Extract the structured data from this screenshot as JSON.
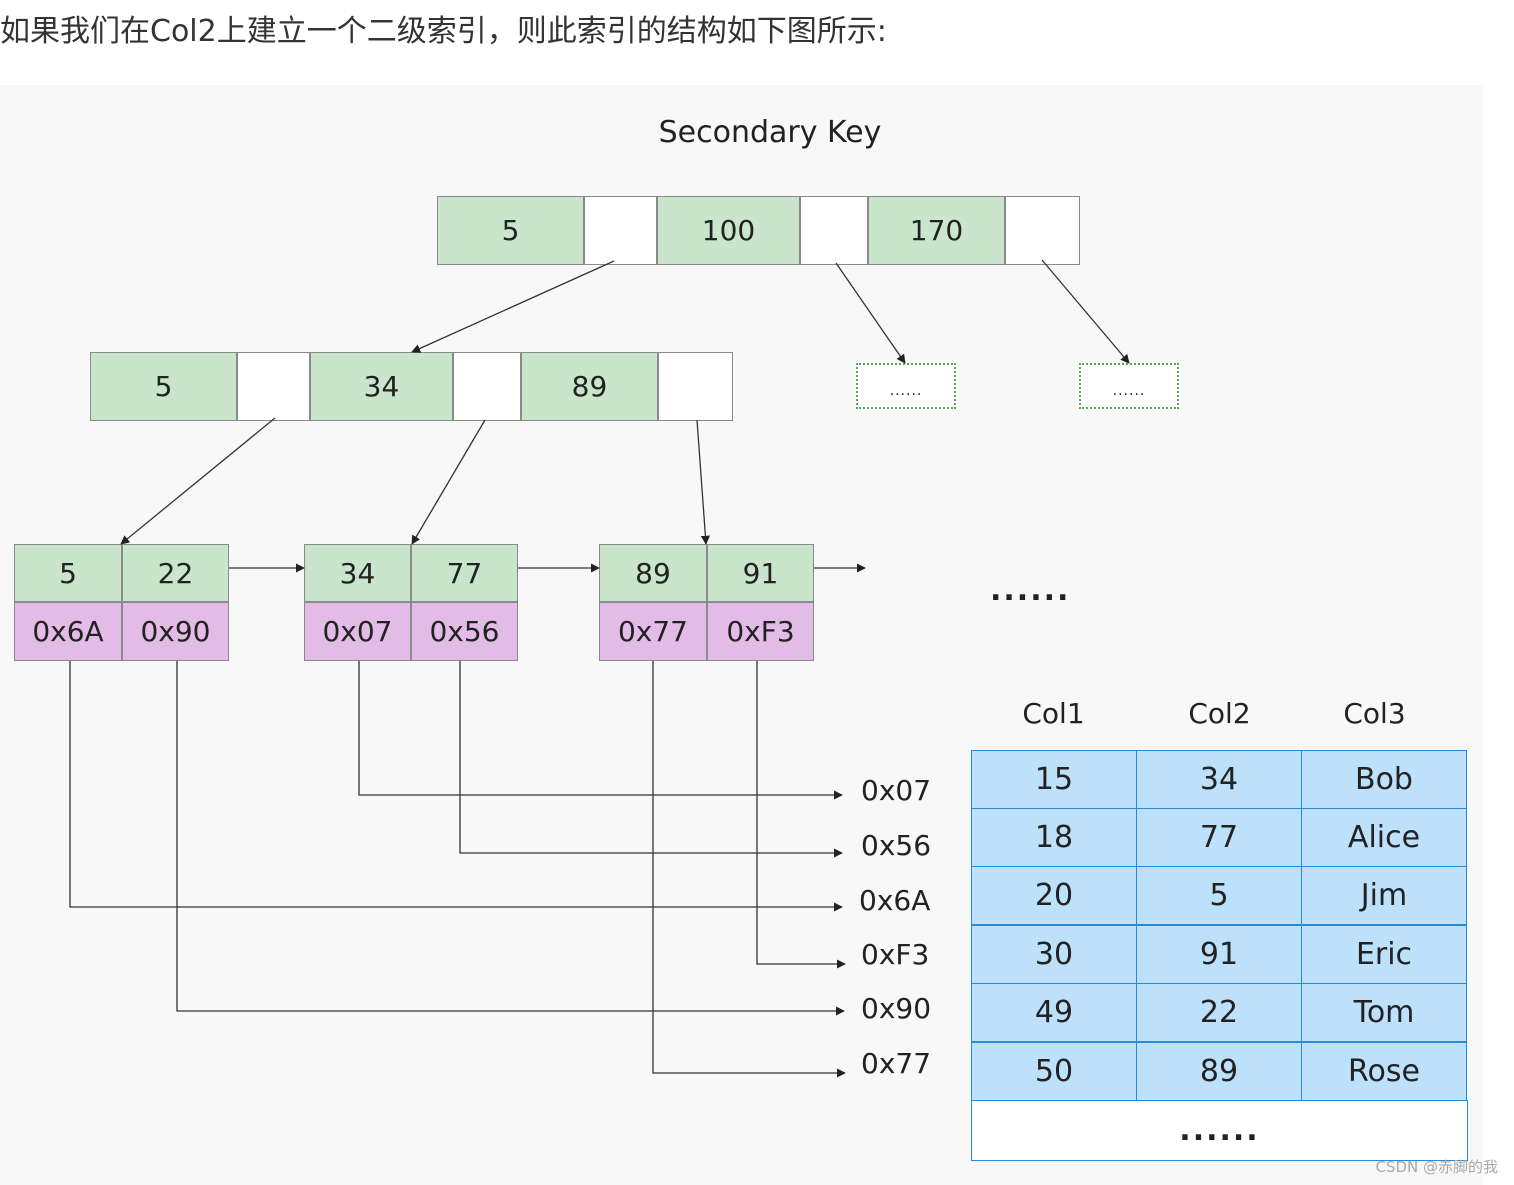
{
  "intro_text": "如果我们在Col2上建立一个二级索引，则此索引的结构如下图所示:",
  "diagram": {
    "title": "Secondary Key",
    "root_keys": [
      "5",
      "100",
      "170"
    ],
    "level2_keys": [
      "5",
      "34",
      "89"
    ],
    "placeholder_nodes": [
      "......",
      "......"
    ],
    "leaves": [
      {
        "keys": [
          "5",
          "22"
        ],
        "addrs": [
          "0x6A",
          "0x90"
        ]
      },
      {
        "keys": [
          "34",
          "77"
        ],
        "addrs": [
          "0x07",
          "0x56"
        ]
      },
      {
        "keys": [
          "89",
          "91"
        ],
        "addrs": [
          "0x77",
          "0xF3"
        ]
      }
    ],
    "leaf_ellipsis": "......",
    "address_labels": [
      "0x07",
      "0x56",
      "0x6A",
      "0xF3",
      "0x90",
      "0x77"
    ]
  },
  "table": {
    "columns": [
      "Col1",
      "Col2",
      "Col3"
    ],
    "rows": [
      [
        "15",
        "34",
        "Bob"
      ],
      [
        "18",
        "77",
        "Alice"
      ],
      [
        "20",
        "5",
        "Jim"
      ],
      [
        "30",
        "91",
        "Eric"
      ],
      [
        "49",
        "22",
        "Tom"
      ],
      [
        "50",
        "89",
        "Rose"
      ]
    ],
    "footer": "......"
  },
  "watermark": "CSDN @赤脚的我",
  "colors": {
    "key_fill": "#c9e6cc",
    "addr_fill": "#e2bce6",
    "table_fill": "#bde0fb",
    "table_border": "#2b8ad8",
    "placeholder_border": "#5aa55a"
  }
}
